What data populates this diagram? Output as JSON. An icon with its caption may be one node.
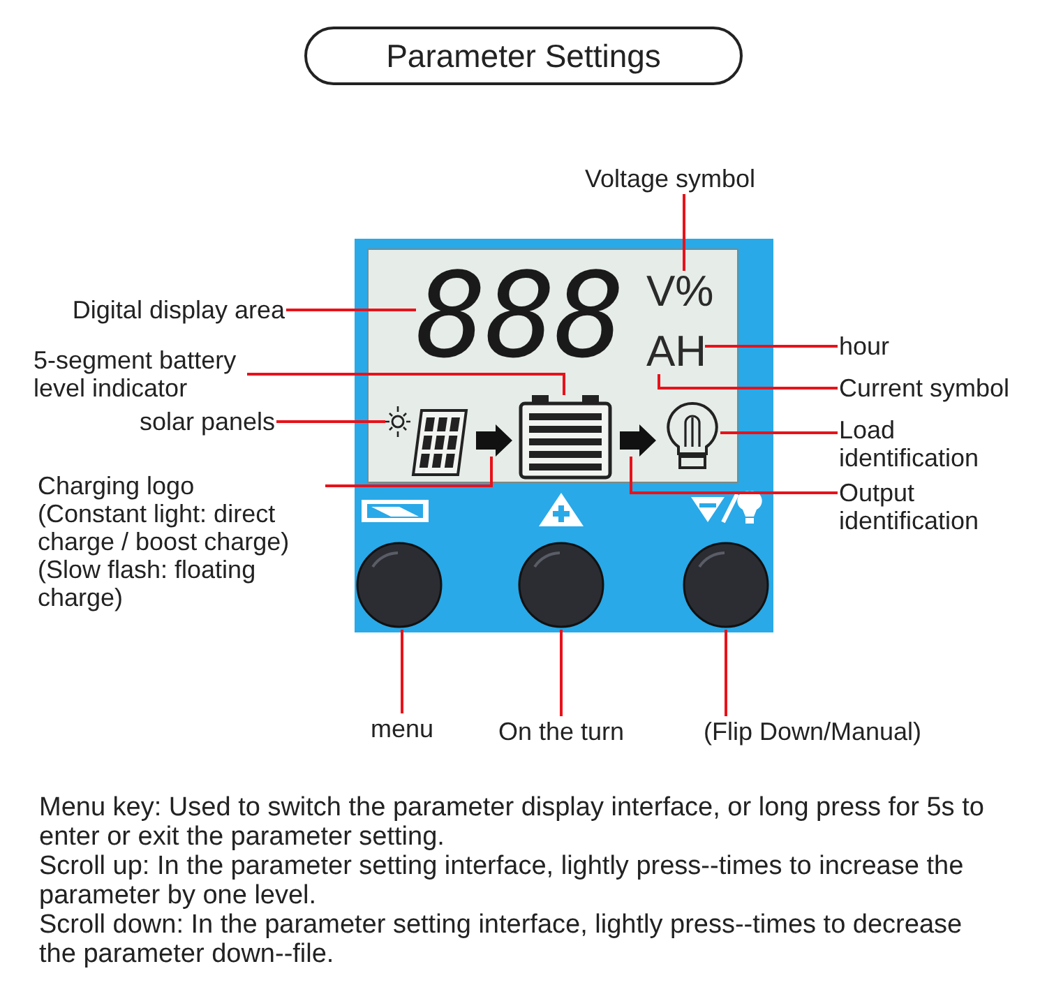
{
  "diagram": {
    "title": "Parameter Settings",
    "nodes": [
      {
        "text": [
          "Voltage symbol"
        ]
      },
      {
        "text": [
          "Digital display area"
        ]
      },
      {
        "text": [
          "hour"
        ]
      },
      {
        "text": [
          "5-segment battery level indicator"
        ]
      },
      {
        "text": [
          "Current symbol"
        ]
      },
      {
        "text": [
          "solar panels"
        ]
      },
      {
        "text": [
          "Load identification"
        ]
      },
      {
        "text": [
          "Charging logo",
          "(Constant light: direct charge / boost charge)",
          "(Slow flash: floating charge)"
        ]
      },
      {
        "text": [
          "Output identification"
        ]
      },
      {
        "text": [
          "menu"
        ]
      },
      {
        "text": [
          "On the turn"
        ]
      },
      {
        "text": [
          "(Flip Down/Manual)"
        ]
      },
      {
        "text": [
          "888"
        ]
      },
      {
        "text": [
          "V%"
        ]
      },
      {
        "text": [
          "AH"
        ]
      },
      {
        "text": [],
        "shape": "picture"
      },
      {
        "text": [],
        "shape": "picture"
      },
      {
        "text": [],
        "shape": "picture"
      },
      {
        "text": [],
        "shape": "picture"
      },
      {
        "text": [],
        "shape": "picture"
      },
      {
        "text": [],
        "shape": "circle"
      },
      {
        "text": [],
        "shape": "circle"
      },
      {
        "text": [],
        "shape": "circle"
      }
    ],
    "edges": [
      {
        "from": 0,
        "to": 13,
        "arrow": "none"
      },
      {
        "from": 1,
        "to": 12,
        "arrow": "none"
      },
      {
        "from": 2,
        "to": 14,
        "arrow": "none"
      },
      {
        "from": 3,
        "to": 15,
        "arrow": "none"
      },
      {
        "from": 4,
        "to": 14,
        "arrow": "none"
      },
      {
        "from": 5,
        "to": 16,
        "arrow": "none"
      },
      {
        "from": 6,
        "to": 17,
        "arrow": "none"
      },
      {
        "from": 7,
        "to": 18,
        "arrow": "none"
      },
      {
        "from": 8,
        "to": 19,
        "arrow": "none"
      },
      {
        "from": 9,
        "to": 20,
        "arrow": "none"
      },
      {
        "from": 10,
        "to": 21,
        "arrow": "none"
      },
      {
        "from": 11,
        "to": 22,
        "arrow": "none"
      }
    ],
    "labels": [
      "Menu key: Used to switch the parameter display interface, or long press for 5s to enter or exit the parameter setting.",
      "Scroll up: In the parameter setting interface, lightly press--times to increase the parameter by one level.",
      "Scroll down: In the parameter setting interface, lightly press--times to decrease the parameter down--file."
    ]
  }
}
